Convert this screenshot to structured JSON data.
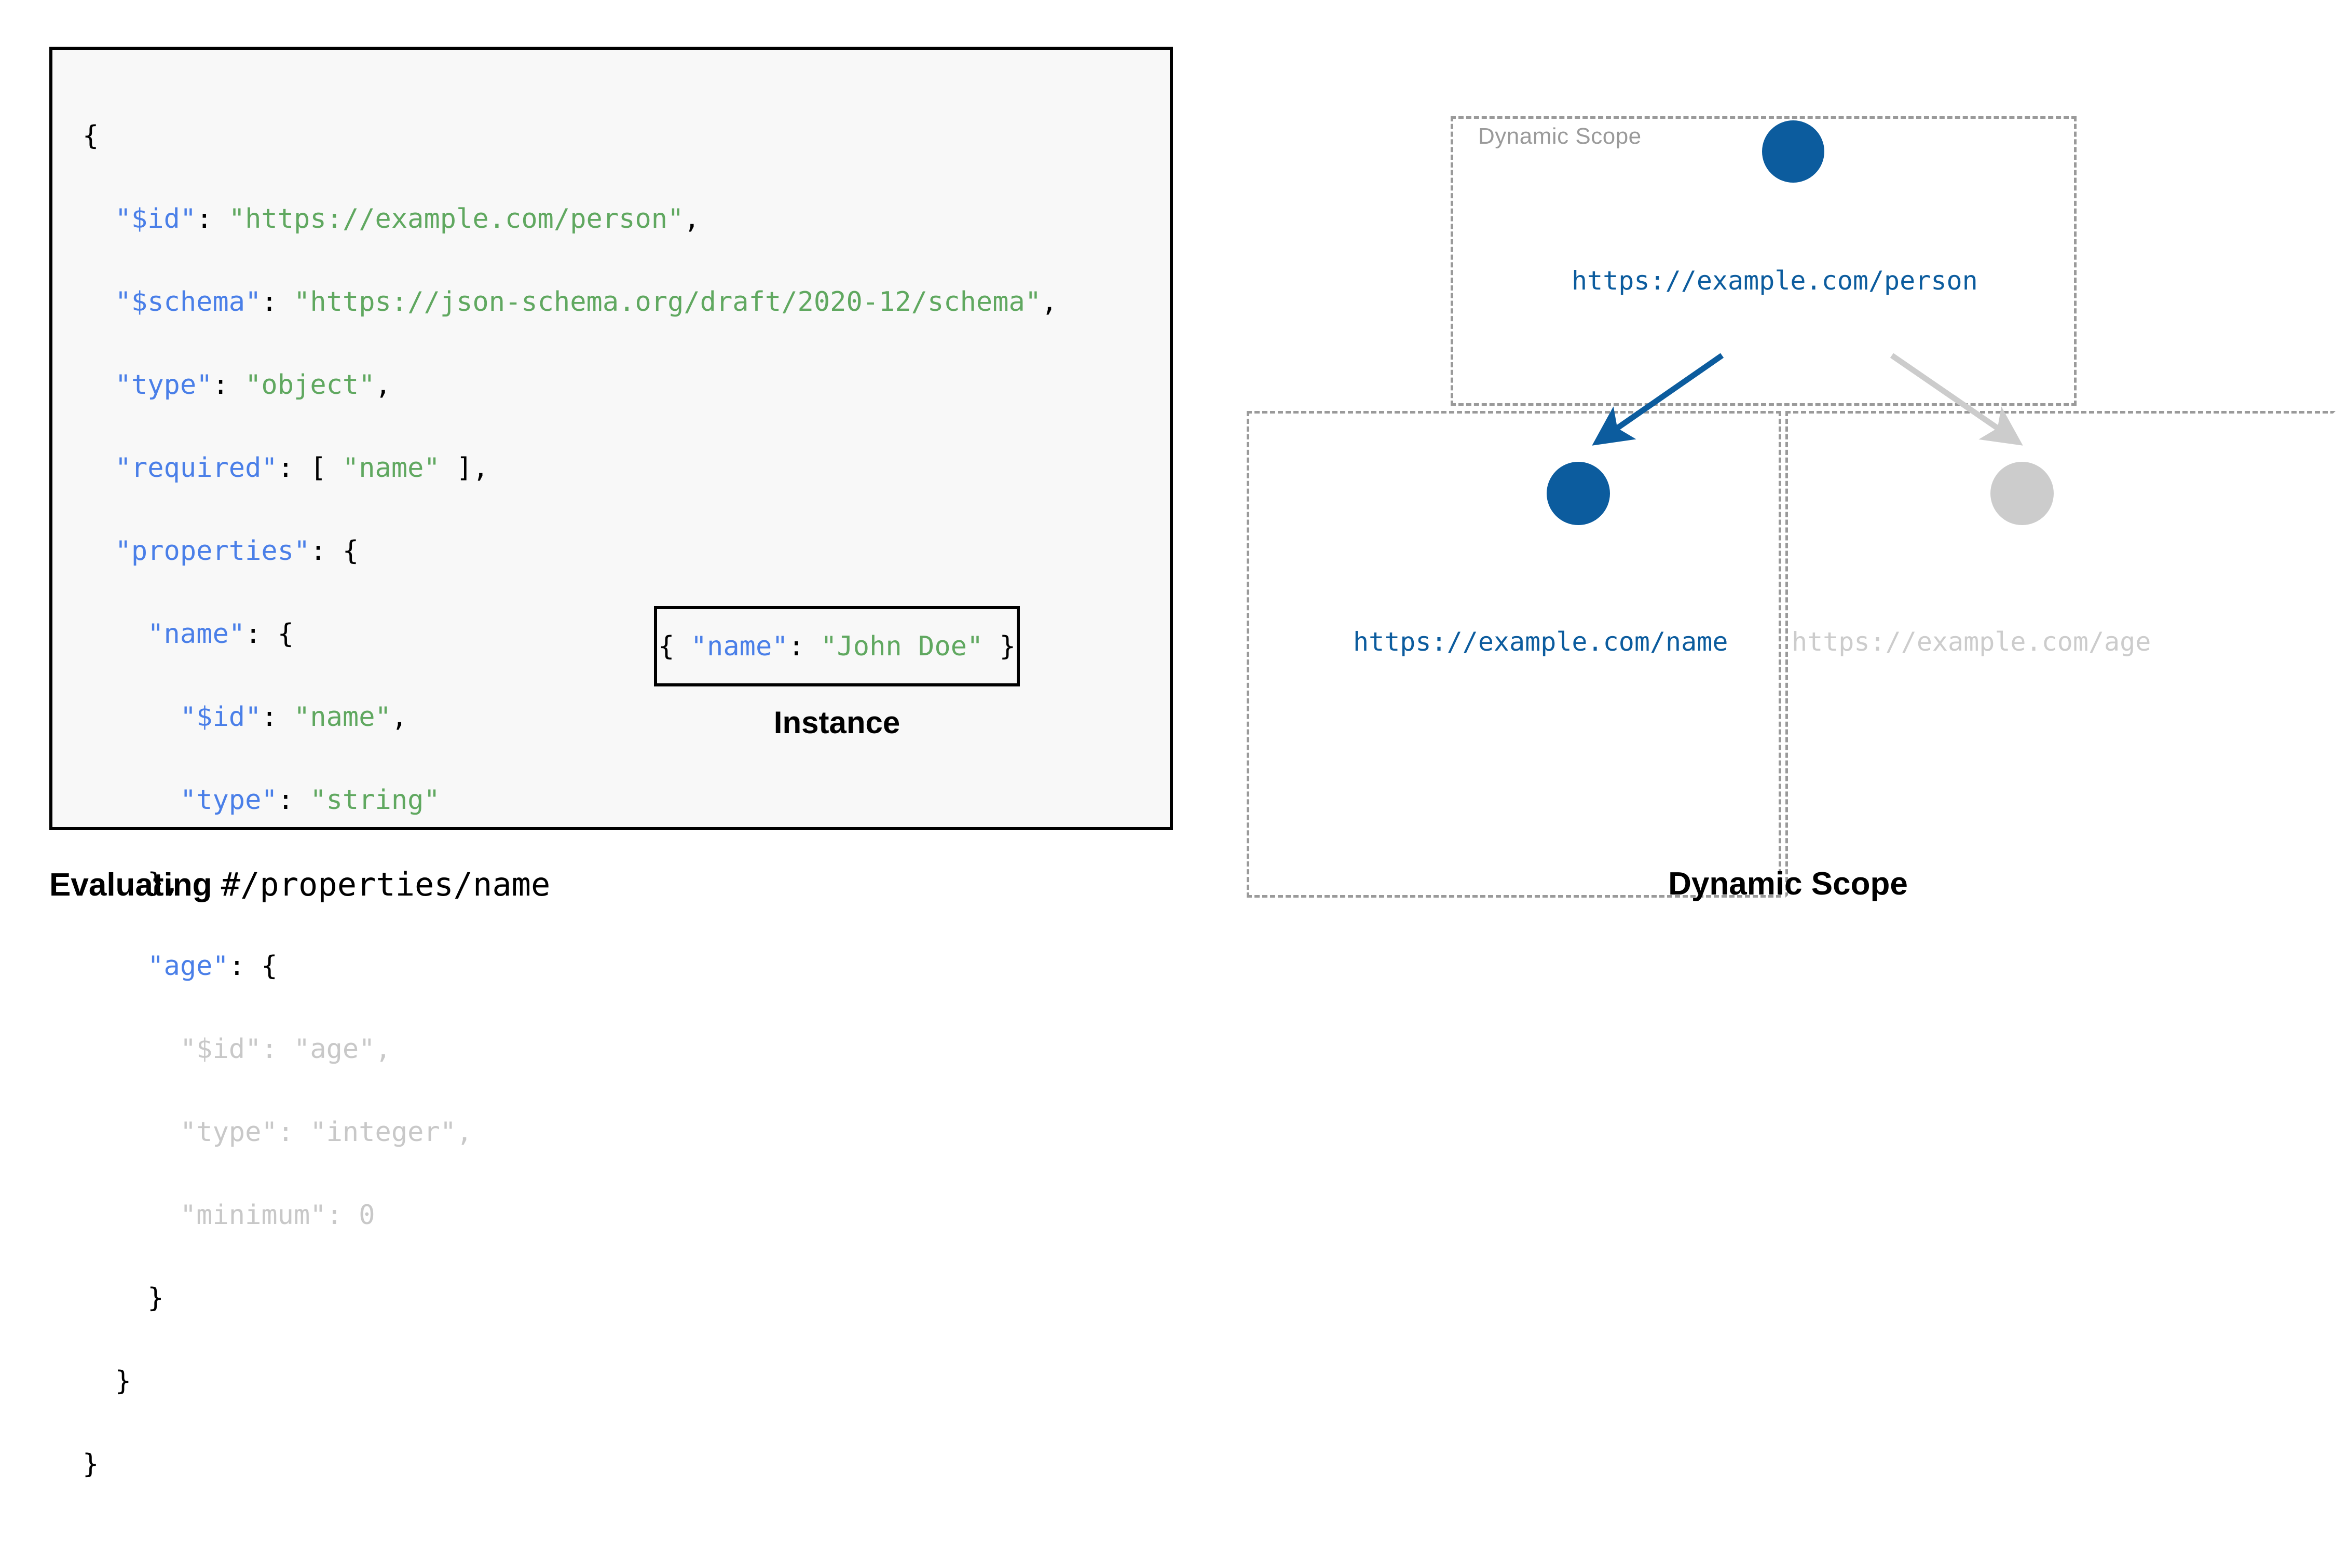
{
  "figure": {
    "left_caption_bold": "Evaluating ",
    "left_caption_mono": "#/properties/name",
    "right_caption": "Dynamic Scope"
  },
  "schema_panel": {
    "background_color": "#f8f8f8",
    "border_color": "#000000",
    "key_color": "#4a7fe8",
    "string_color": "#60a860",
    "dim_color": "#c8c8c8",
    "lines": [
      "{",
      "  \"$id\": \"https://example.com/person\",",
      "  \"$schema\": \"https://json-schema.org/draft/2020-12/schema\",",
      "  \"type\": \"object\",",
      "  \"required\": [ \"name\" ],",
      "  \"properties\": {",
      "    \"name\": {",
      "      \"$id\": \"name\",",
      "      \"type\": \"string\"",
      "    },",
      "    \"age\": {",
      "      \"$id\": \"age\",",
      "      \"type\": \"integer\",",
      "      \"minimum\": 0",
      "    }",
      "  }",
      "}"
    ],
    "tokens": {
      "open_brace": "{",
      "close_brace": "}",
      "key_id": "\"$id\"",
      "key_schema": "\"$schema\"",
      "key_type": "\"type\"",
      "key_required": "\"required\"",
      "key_properties": "\"properties\"",
      "key_name": "\"name\"",
      "key_age": "\"age\"",
      "key_minimum": "\"minimum\"",
      "val_person_uri": "\"https://example.com/person\"",
      "val_schema_uri": "\"https://json-schema.org/draft/2020-12/schema\"",
      "val_object": "\"object\"",
      "val_name": "\"name\"",
      "val_string": "\"string\"",
      "val_age": "\"age\"",
      "val_integer": "\"integer\"",
      "val_zero": "0"
    }
  },
  "instance_box": {
    "caption": "Instance",
    "open": "{ ",
    "key": "\"name\"",
    "colon": ": ",
    "value": "\"John Doe\"",
    "close": " }"
  },
  "diagram": {
    "scope_label": "Dynamic Scope",
    "active_color": "#0c5c9e",
    "dim_color": "#cccccc",
    "dash_color": "#9a9a9a",
    "nodes": [
      {
        "id": "person",
        "label": "https://example.com/person",
        "state": "active"
      },
      {
        "id": "name",
        "label": "https://example.com/name",
        "state": "active"
      },
      {
        "id": "age",
        "label": "https://example.com/age",
        "state": "dimmed"
      }
    ],
    "edges": [
      {
        "from": "person",
        "to": "name",
        "state": "active"
      },
      {
        "from": "person",
        "to": "age",
        "state": "dimmed"
      }
    ]
  }
}
